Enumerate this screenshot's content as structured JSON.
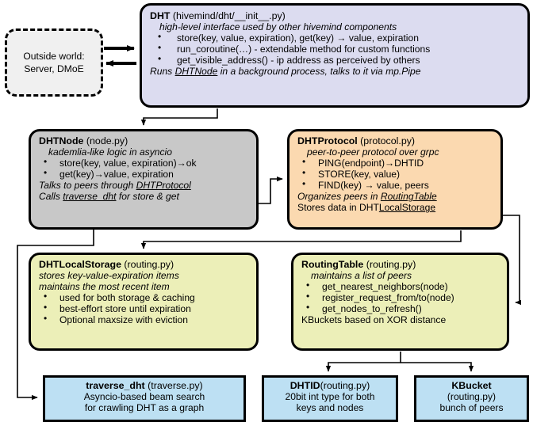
{
  "diagram": {
    "title": "hivemind DHT architecture",
    "colors": {
      "dht": "#dcdcf0",
      "dhtnode": "#c8c8c8",
      "dhtprotocol": "#fbd9b0",
      "storage": "#ecefb8",
      "leaf": "#bde0f3",
      "outside": "#f0f0f0",
      "stroke": "#000000"
    }
  },
  "outside_world": {
    "line1": "Outside world:",
    "line2": "Server, DMoE"
  },
  "dht": {
    "name": "DHT",
    "file": "(hivemind/dht/__init__.py)",
    "subtitle": "high-level interface used by other hivemind components",
    "bullets": [
      "store(key, value, expiration), get(key) → value, expiration",
      "run_coroutine(…) - extendable method for custom functions",
      "get_visible_address() - ip address as perceived by others"
    ],
    "footer_pre": "Runs ",
    "footer_link": "DHTNode",
    "footer_post": " in a background process, talks to it via mp.Pipe"
  },
  "dhtnode": {
    "name": "DHTNode",
    "file": "(node.py)",
    "subtitle": "kademlia-like logic in asyncio",
    "bullets": [
      "store(key, value, expiration)→ok",
      "get(key)→value, expiration"
    ],
    "footer1_pre": "Talks to peers through ",
    "footer1_link": "DHTProtocol",
    "footer2_pre": "Calls ",
    "footer2_link": "traverse_dht",
    "footer2_post": " for store & get"
  },
  "dhtprotocol": {
    "name": "DHTProtocol",
    "file": "(protocol.py)",
    "subtitle": "peer-to-peer protocol over grpc",
    "bullets": [
      "PING(endpoint)→DHTID",
      "STORE(key, value)",
      "FIND(key) → value, peers"
    ],
    "footer1_pre": "Organizes peers in ",
    "footer1_link": "RoutingTable",
    "footer2_pre": "Stores data in DHT",
    "footer2_link": "LocalStorage"
  },
  "dhtlocalstorage": {
    "name": "DHTLocalStorage",
    "file": "(routing.py)",
    "subtitle1": "stores key-value-expiration items",
    "subtitle2": "maintains the most recent item",
    "bullets": [
      "used for both storage & caching",
      "best-effort store until expiration",
      "Optional maxsize with eviction"
    ]
  },
  "routingtable": {
    "name": "RoutingTable",
    "file": "(routing.py)",
    "subtitle": "maintains a list of peers",
    "bullets": [
      "get_nearest_neighbors(node)",
      "register_request_from/to(node)",
      "get_nodes_to_refresh()"
    ],
    "footer": "KBuckets based on XOR distance"
  },
  "traverse_dht": {
    "name": "traverse_dht",
    "file": "(traverse.py)",
    "line1": "Asyncio-based beam search",
    "line2": "for crawling DHT as a graph"
  },
  "dhtid": {
    "name": "DHTID",
    "file": "(routing.py)",
    "line1": "20bit int type for both",
    "line2": "keys and nodes"
  },
  "kbucket": {
    "name": "KBucket",
    "file": "(routing.py)",
    "line1": "bunch of peers"
  },
  "edges": [
    {
      "from": "outside-world",
      "to": "dht",
      "kind": "arrow-right"
    },
    {
      "from": "dht",
      "to": "outside-world",
      "kind": "arrow-left"
    },
    {
      "from": "dht",
      "to": "dhtnode",
      "kind": "arrow-down"
    },
    {
      "from": "dhtnode",
      "to": "dhtprotocol",
      "kind": "arrow-right"
    },
    {
      "from": "dhtnode",
      "to": "dhtlocalstorage",
      "kind": "arrow-down"
    },
    {
      "from": "dhtnode",
      "to": "traverse_dht",
      "kind": "arrow-right"
    },
    {
      "from": "dhtprotocol",
      "to": "routingtable",
      "kind": "arrow-left"
    },
    {
      "from": "dhtprotocol",
      "to": "dhtlocalstorage",
      "kind": "arrow-down"
    },
    {
      "from": "routingtable",
      "to": "dhtid",
      "kind": "arrow-down"
    },
    {
      "from": "routingtable",
      "to": "kbucket",
      "kind": "arrow-down"
    }
  ]
}
